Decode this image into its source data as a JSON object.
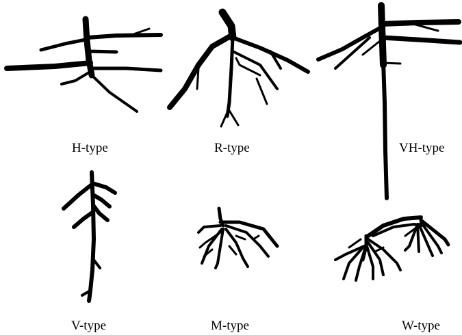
{
  "figure": {
    "background": "#ffffff",
    "ink_color": "#000000",
    "panels": [
      {
        "id": "h",
        "label": "H-type"
      },
      {
        "id": "r",
        "label": "R-type"
      },
      {
        "id": "vh",
        "label": "VH-type"
      },
      {
        "id": "v",
        "label": "V-type"
      },
      {
        "id": "m",
        "label": "M-type"
      },
      {
        "id": "w",
        "label": "W-type"
      }
    ]
  }
}
